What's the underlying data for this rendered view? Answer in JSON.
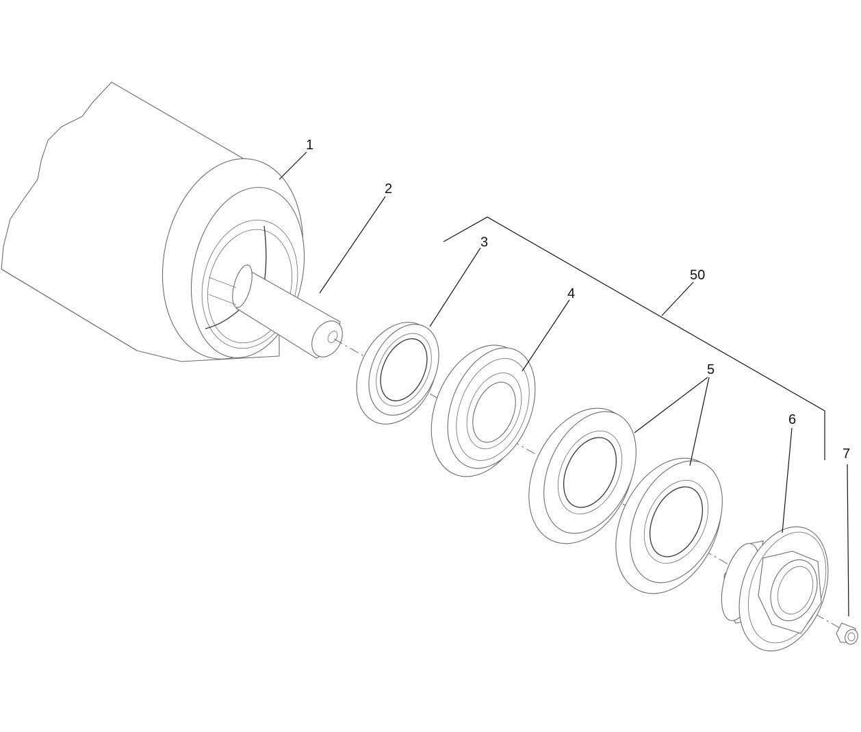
{
  "diagram": {
    "type": "exploded-parts-diagram",
    "callouts": [
      {
        "id": "1",
        "label": "1",
        "part": "roller-housing"
      },
      {
        "id": "2",
        "label": "2",
        "part": "shaft"
      },
      {
        "id": "3",
        "label": "3",
        "part": "seal"
      },
      {
        "id": "4",
        "label": "4",
        "part": "ball-bearing"
      },
      {
        "id": "5",
        "label": "5",
        "part": "seal-pair"
      },
      {
        "id": "6",
        "label": "6",
        "part": "flanged-nut"
      },
      {
        "id": "7",
        "label": "7",
        "part": "set-screw"
      },
      {
        "id": "50",
        "label": "50",
        "part": "bearing-kit-bracket"
      }
    ],
    "colors": {
      "line": "#6a6a6a",
      "leader": "#111111",
      "background": "#ffffff"
    }
  }
}
